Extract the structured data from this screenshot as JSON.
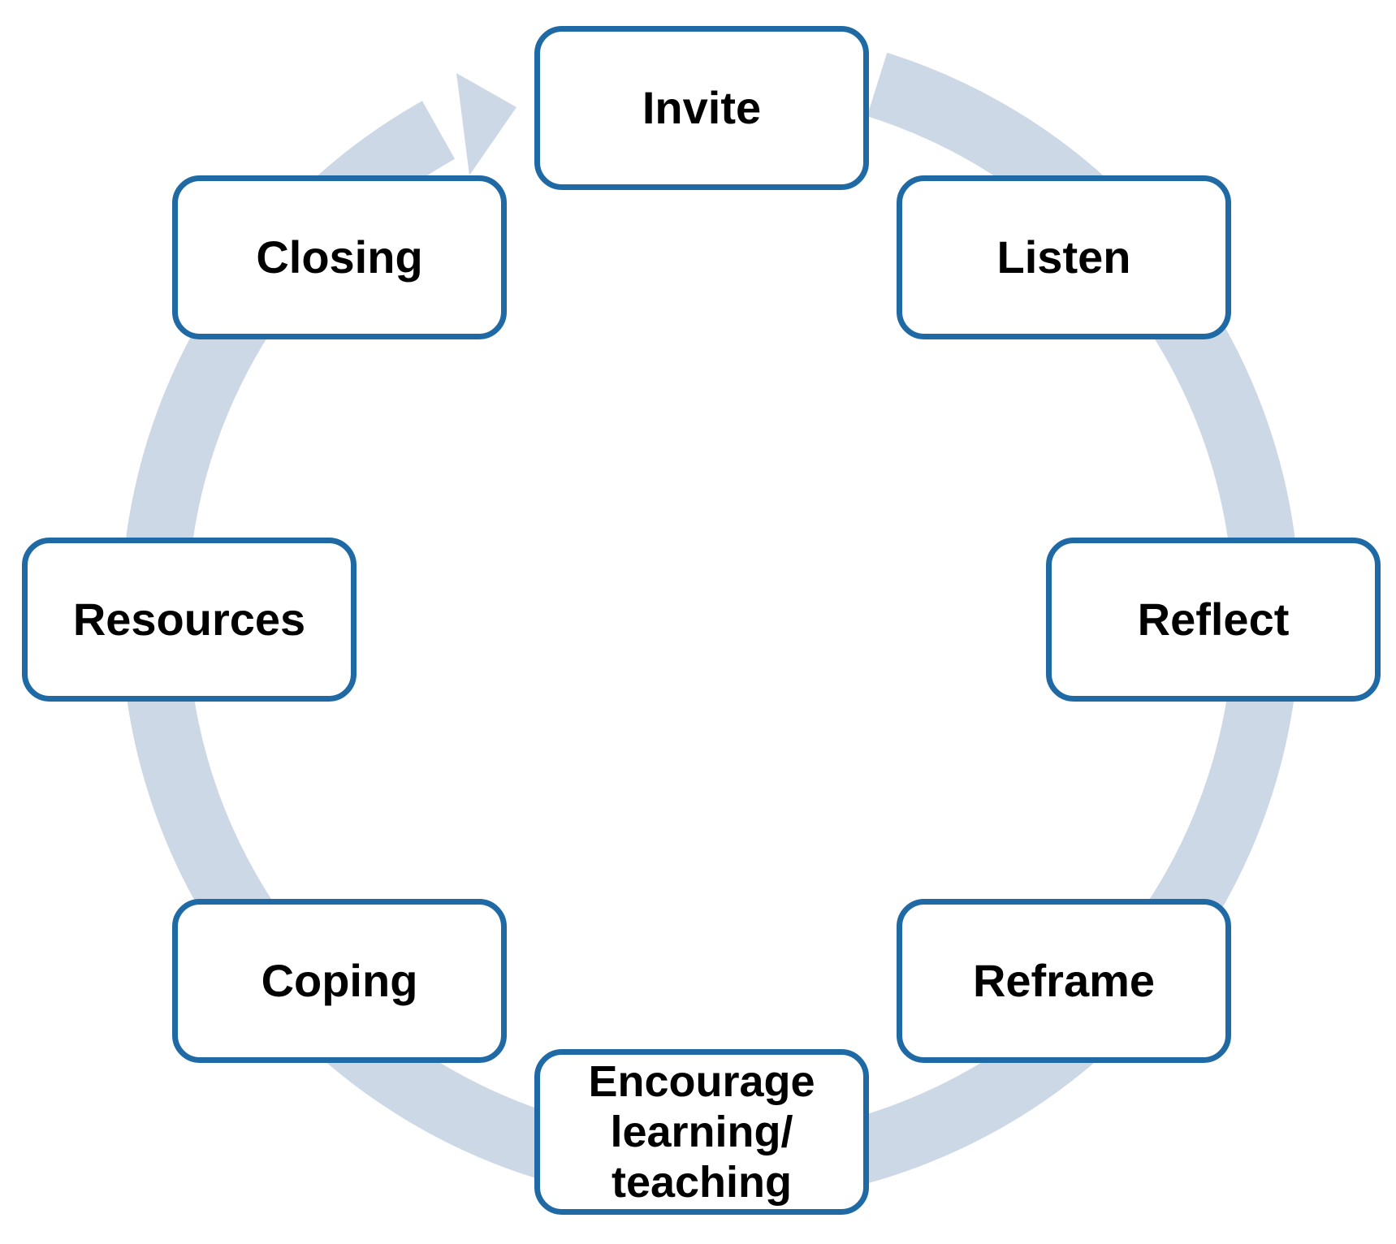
{
  "colors": {
    "ring": "#cdd8e7",
    "box_border": "#1f6aa5",
    "box_fill": "#ffffff",
    "text": "#000000"
  },
  "steps": [
    {
      "label": "Invite"
    },
    {
      "label": "Listen"
    },
    {
      "label": "Reflect"
    },
    {
      "label": "Reframe"
    },
    {
      "label": "Encourage\nlearning/\nteaching"
    },
    {
      "label": "Coping"
    },
    {
      "label": "Resources"
    },
    {
      "label": "Closing"
    }
  ]
}
